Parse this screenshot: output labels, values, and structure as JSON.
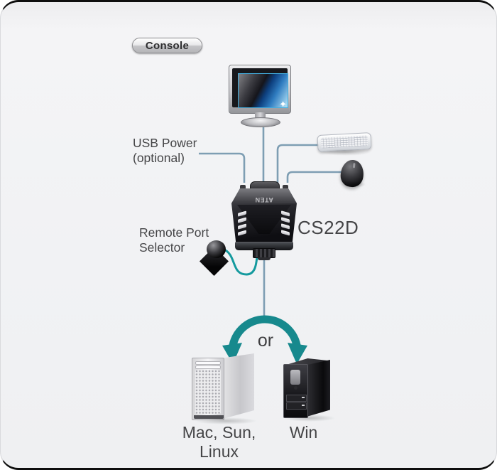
{
  "colors": {
    "background": "#f1f2f4",
    "wire": "#7e9eb3",
    "teal_arc": "#17898d",
    "selector_cable": "#149a9e",
    "text": "#454547"
  },
  "labels": {
    "console": "Console",
    "usb_power_line1": "USB Power",
    "usb_power_line2": "(optional)",
    "device_brand": "ATEN",
    "device_model": "CS22D",
    "remote_selector_line1": "Remote Port",
    "remote_selector_line2": "Selector",
    "or": "or",
    "left_computer": "Mac, Sun, Linux",
    "right_computer": "Win"
  },
  "icons": {
    "monitor": "monitor-icon",
    "keyboard": "keyboard-icon",
    "mouse": "mouse-icon",
    "kvm_switch": "kvm-switch-device-icon",
    "remote_port_selector": "remote-port-selector-icon",
    "left_computer": "mac-tower-icon",
    "right_computer": "win-tower-icon",
    "sparkle": "sparkle-icon"
  }
}
